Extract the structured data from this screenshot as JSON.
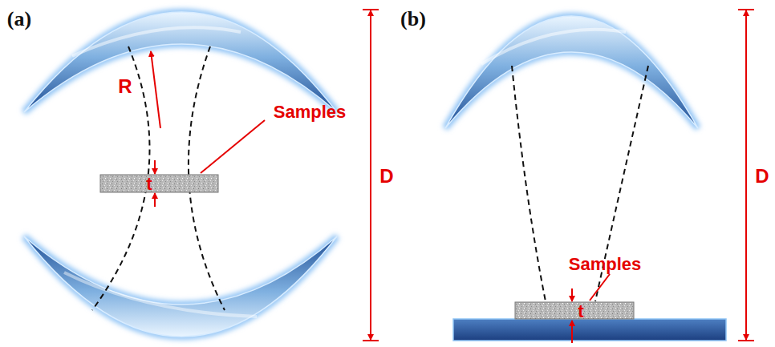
{
  "diagram": {
    "labels": [
      "(a)",
      "R",
      "Samples",
      "t",
      "D",
      "(b)",
      "Samples",
      "t",
      "D"
    ]
  }
}
